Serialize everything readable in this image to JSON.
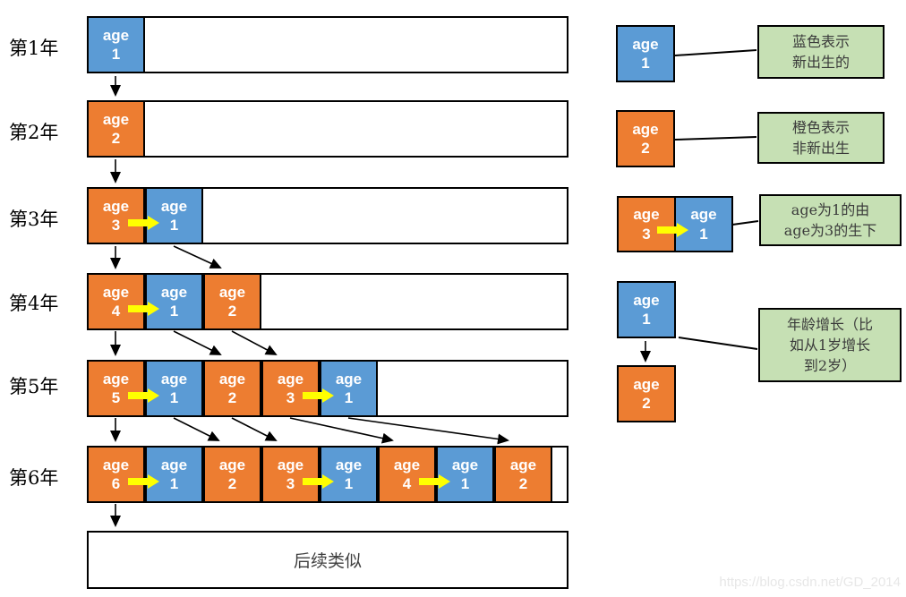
{
  "colors": {
    "newborn": "#5B9BD5",
    "grown": "#ED7D31",
    "note_bg": "#C6E0B4",
    "birth_arrow": "#FFFF00"
  },
  "years": [
    {
      "label": "第1年",
      "boxes": [
        {
          "word": "age",
          "num": "1",
          "type": "newborn"
        }
      ]
    },
    {
      "label": "第2年",
      "boxes": [
        {
          "word": "age",
          "num": "2",
          "type": "grown"
        }
      ]
    },
    {
      "label": "第3年",
      "boxes": [
        {
          "word": "age",
          "num": "3",
          "type": "grown"
        },
        {
          "word": "age",
          "num": "1",
          "type": "newborn"
        }
      ]
    },
    {
      "label": "第4年",
      "boxes": [
        {
          "word": "age",
          "num": "4",
          "type": "grown"
        },
        {
          "word": "age",
          "num": "1",
          "type": "newborn"
        },
        {
          "word": "age",
          "num": "2",
          "type": "grown"
        }
      ]
    },
    {
      "label": "第5年",
      "boxes": [
        {
          "word": "age",
          "num": "5",
          "type": "grown"
        },
        {
          "word": "age",
          "num": "1",
          "type": "newborn"
        },
        {
          "word": "age",
          "num": "2",
          "type": "grown"
        },
        {
          "word": "age",
          "num": "3",
          "type": "grown"
        },
        {
          "word": "age",
          "num": "1",
          "type": "newborn"
        }
      ]
    },
    {
      "label": "第6年",
      "boxes": [
        {
          "word": "age",
          "num": "6",
          "type": "grown"
        },
        {
          "word": "age",
          "num": "1",
          "type": "newborn"
        },
        {
          "word": "age",
          "num": "2",
          "type": "grown"
        },
        {
          "word": "age",
          "num": "3",
          "type": "grown"
        },
        {
          "word": "age",
          "num": "1",
          "type": "newborn"
        },
        {
          "word": "age",
          "num": "4",
          "type": "grown"
        },
        {
          "word": "age",
          "num": "1",
          "type": "newborn"
        },
        {
          "word": "age",
          "num": "2",
          "type": "grown"
        }
      ]
    }
  ],
  "continuation_label": "后续类似",
  "legend": [
    {
      "sample": [
        {
          "word": "age",
          "num": "1",
          "type": "newborn"
        }
      ],
      "note_lines": [
        "蓝色表示",
        "新出生的"
      ]
    },
    {
      "sample": [
        {
          "word": "age",
          "num": "2",
          "type": "grown"
        }
      ],
      "note_lines": [
        "橙色表示",
        "非新出生"
      ]
    },
    {
      "sample": [
        {
          "word": "age",
          "num": "3",
          "type": "grown"
        },
        {
          "word": "age",
          "num": "1",
          "type": "newborn"
        }
      ],
      "note_lines": [
        "age为1的由",
        "age为3的生下"
      ]
    },
    {
      "sample": [
        {
          "word": "age",
          "num": "1",
          "type": "newborn"
        },
        {
          "word": "age",
          "num": "2",
          "type": "grown"
        }
      ],
      "note_lines": [
        "年龄增长（比",
        "如从1岁增长",
        "到2岁）"
      ]
    }
  ],
  "watermark": "https://blog.csdn.net/GD_2014"
}
